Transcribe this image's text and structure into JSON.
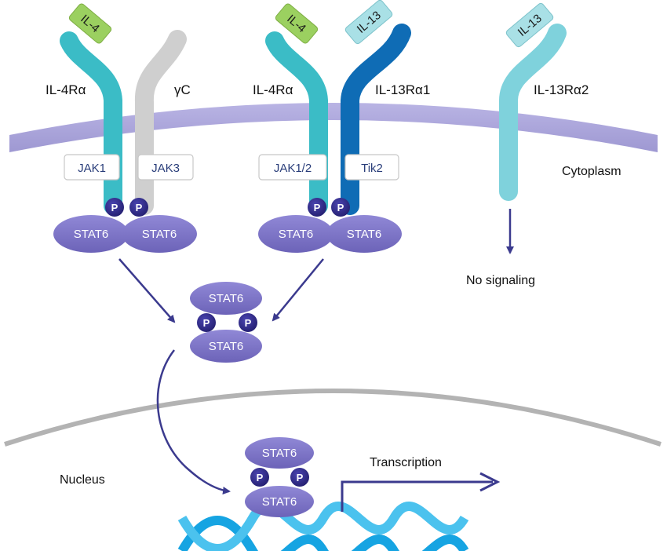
{
  "colors": {
    "membrane": "#a9a4d8",
    "nuclear_membrane": "#b3b3b3",
    "il4r": "#3bbcc6",
    "gamma_c": "#cfcfcf",
    "il13ra1": "#0f6cb5",
    "il13ra2": "#7fd2dc",
    "il4_ligand": "#9bd060",
    "il13_ligand": "#a9e0e6",
    "stat6": "#7d74c6",
    "phospho": "#2f2a8a",
    "arrow": "#3b3a8e",
    "dna": "#16a4e2"
  },
  "ligands": {
    "il4_left": "IL-4",
    "il4_middle": "IL-4",
    "il13_middle": "IL-13",
    "il13_right": "IL-13"
  },
  "receptors": {
    "il4ra_left": "IL-4Rα",
    "gamma_c": "γC",
    "il4ra_middle": "IL-4Rα",
    "il13ra1": "IL-13Rα1",
    "il13ra2": "IL-13Rα2"
  },
  "kinases": {
    "jak1": "JAK1",
    "jak3": "JAK3",
    "jak12": "JAK1/2",
    "tik2": "Tik2"
  },
  "stat6": "STAT6",
  "phospho": "P",
  "labels": {
    "cytoplasm": "Cytoplasm",
    "no_signaling": "No signaling",
    "nucleus": "Nucleus",
    "transcription": "Transcription"
  }
}
